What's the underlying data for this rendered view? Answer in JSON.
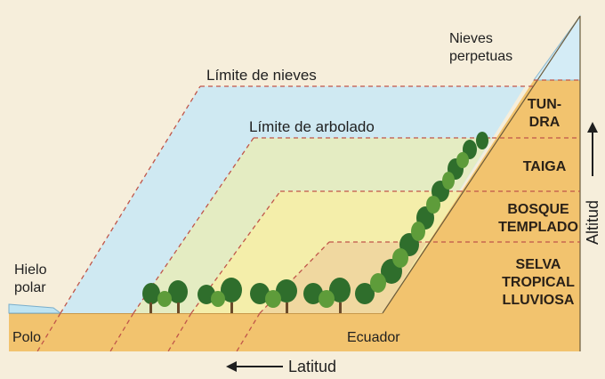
{
  "colors": {
    "background": "#f6eedb",
    "ground": "#f2c36e",
    "snow_band": "#cfe9f2",
    "forest_band": "#e4ecc2",
    "temperate_band": "#f4eeaa",
    "tropical_band": "#f0d8a0",
    "guide_line": "#c0564a",
    "tree_dark": "#2f6e2c",
    "tree_light": "#5e9c3a"
  },
  "labels": {
    "snow_limit": "Límite de nieves",
    "tree_limit": "Límite de arbolado",
    "perpetual_snow_1": "Nieves",
    "perpetual_snow_2": "perpetuas",
    "polar_ice_1": "Hielo",
    "polar_ice_2": "polar",
    "pole": "Polo",
    "equator": "Ecuador",
    "latitude": "Latitud",
    "altitude": "Altitud"
  },
  "zones": [
    {
      "name": "tundra",
      "lines": [
        "TUN-",
        "DRA"
      ]
    },
    {
      "name": "taiga",
      "lines": [
        "TAIGA"
      ]
    },
    {
      "name": "bosque-templado",
      "lines": [
        "BOSQUE",
        "TEMPLADO"
      ]
    },
    {
      "name": "selva-tropical",
      "lines": [
        "SELVA",
        "TROPICAL",
        "LLUVIOSA"
      ]
    }
  ],
  "icons": {
    "latitude_arrow": "left-arrow-icon",
    "altitude_arrow": "up-arrow-icon",
    "trees": "tree-icon"
  }
}
